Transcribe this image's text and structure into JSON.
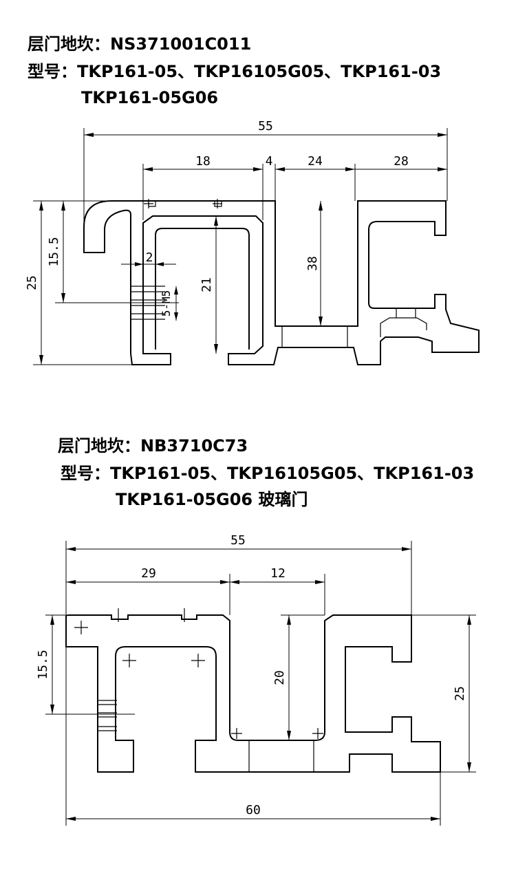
{
  "section1": {
    "line1": "层门地坎：NS371001C011",
    "line2": "型号：TKP161-05、TKP16105G05、TKP161-03",
    "line3": "TKP161-05G06",
    "dims": {
      "overall_width": "55",
      "w18": "18",
      "w4": "4",
      "w24": "24",
      "w28": "28",
      "h15_5": "15.5",
      "h25": "25",
      "w2": "2",
      "h21": "21",
      "h38": "38",
      "m5": "5-M5"
    }
  },
  "section2": {
    "line1": "层门地坎：NB3710C73",
    "line2": "型号：TKP161-05、TKP16105G05、TKP161-03",
    "line3": "TKP161-05G06   玻璃门",
    "dims": {
      "overall_width": "55",
      "w29": "29",
      "w12": "12",
      "h15_5": "15.5",
      "h20": "20",
      "h25": "25",
      "bottom_width": "60"
    }
  }
}
